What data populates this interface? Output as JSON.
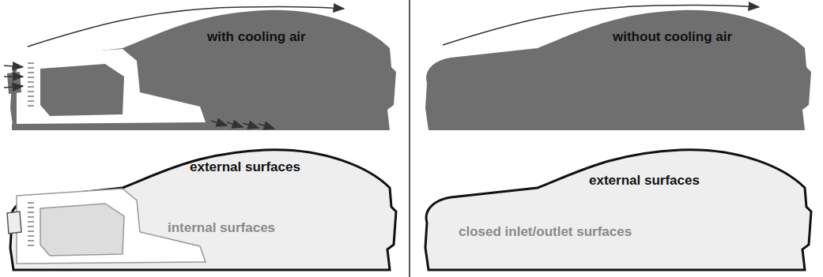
{
  "diagram": {
    "labels": [
      "with cooling air",
      "without cooling air",
      "external surfaces",
      "internal surfaces",
      "external surfaces",
      "closed inlet/outlet surfaces"
    ]
  }
}
